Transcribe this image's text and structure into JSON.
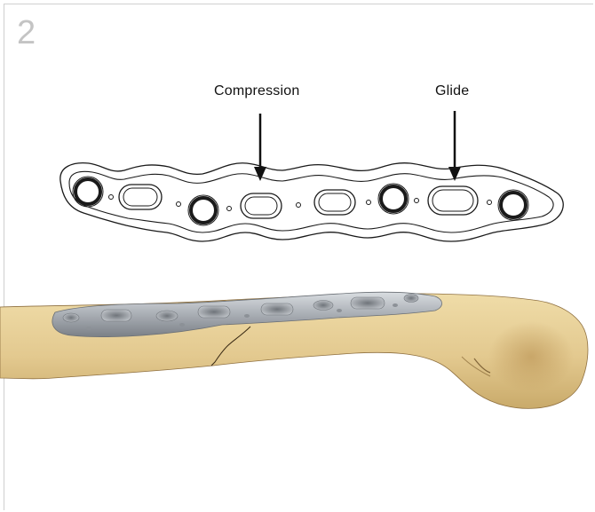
{
  "step_number": "2",
  "labels": {
    "compression": "Compression",
    "glide": "Glide"
  },
  "colors": {
    "outline": "#1a1a1a",
    "bone": "#e6d09a",
    "plate": "#a7acb2",
    "frame": "#cfcfcf",
    "step_number": "#c4c4c4"
  }
}
